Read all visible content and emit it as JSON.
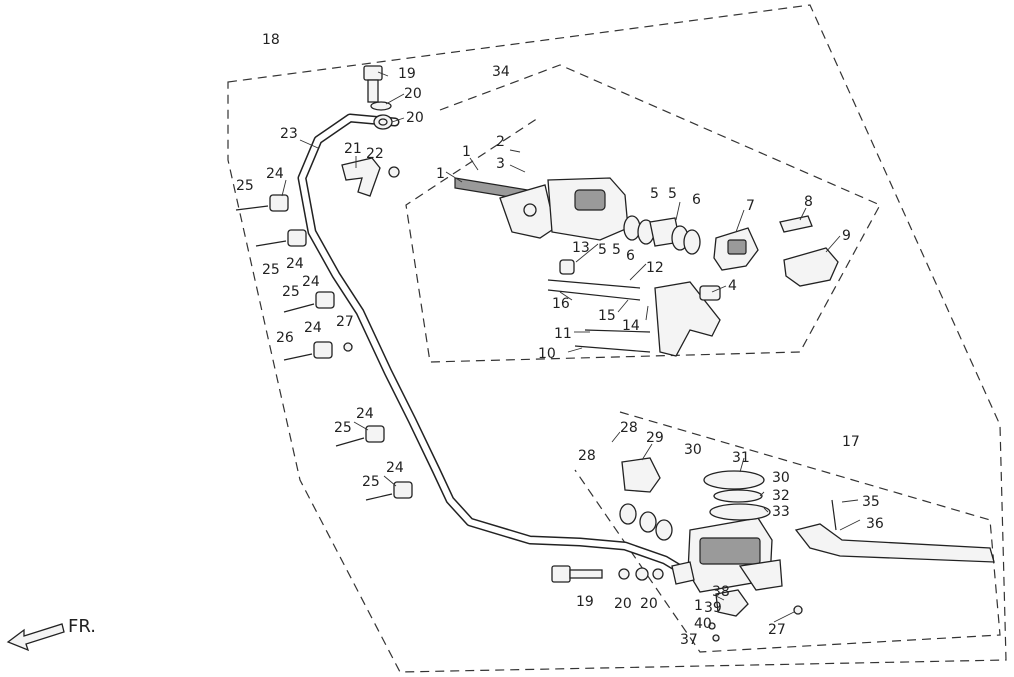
{
  "diagram": {
    "direction_label": "FR.",
    "callouts": [
      {
        "id": "c18",
        "text": "18"
      },
      {
        "id": "c19a",
        "text": "19"
      },
      {
        "id": "c20a",
        "text": "20"
      },
      {
        "id": "c20b",
        "text": "20"
      },
      {
        "id": "c34",
        "text": "34"
      },
      {
        "id": "c23",
        "text": "23"
      },
      {
        "id": "c21",
        "text": "21"
      },
      {
        "id": "c22",
        "text": "22"
      },
      {
        "id": "c2",
        "text": "2"
      },
      {
        "id": "c3",
        "text": "3"
      },
      {
        "id": "c1a",
        "text": "1"
      },
      {
        "id": "c1b",
        "text": "1"
      },
      {
        "id": "c5a",
        "text": "5"
      },
      {
        "id": "c5b",
        "text": "5"
      },
      {
        "id": "c6a",
        "text": "6"
      },
      {
        "id": "c7",
        "text": "7"
      },
      {
        "id": "c8",
        "text": "8"
      },
      {
        "id": "c9",
        "text": "9"
      },
      {
        "id": "c13",
        "text": "13"
      },
      {
        "id": "c5c",
        "text": "5"
      },
      {
        "id": "c5d",
        "text": "5"
      },
      {
        "id": "c6b",
        "text": "6"
      },
      {
        "id": "c12",
        "text": "12"
      },
      {
        "id": "c4",
        "text": "4"
      },
      {
        "id": "c16",
        "text": "16"
      },
      {
        "id": "c15",
        "text": "15"
      },
      {
        "id": "c14",
        "text": "14"
      },
      {
        "id": "c11",
        "text": "11"
      },
      {
        "id": "c10",
        "text": "10"
      },
      {
        "id": "c24a",
        "text": "24"
      },
      {
        "id": "c25a",
        "text": "25"
      },
      {
        "id": "c25b",
        "text": "25"
      },
      {
        "id": "c24b",
        "text": "24"
      },
      {
        "id": "c24c",
        "text": "24"
      },
      {
        "id": "c25c",
        "text": "25"
      },
      {
        "id": "c26",
        "text": "26"
      },
      {
        "id": "c24d",
        "text": "24"
      },
      {
        "id": "c27a",
        "text": "27"
      },
      {
        "id": "c25d",
        "text": "25"
      },
      {
        "id": "c24e",
        "text": "24"
      },
      {
        "id": "c24f",
        "text": "24"
      },
      {
        "id": "c25e",
        "text": "25"
      },
      {
        "id": "c28a",
        "text": "28"
      },
      {
        "id": "c29",
        "text": "29"
      },
      {
        "id": "c28b",
        "text": "28"
      },
      {
        "id": "c30a",
        "text": "30"
      },
      {
        "id": "c31",
        "text": "31"
      },
      {
        "id": "c30b",
        "text": "30"
      },
      {
        "id": "c17",
        "text": "17"
      },
      {
        "id": "c32",
        "text": "32"
      },
      {
        "id": "c33",
        "text": "33"
      },
      {
        "id": "c35",
        "text": "35"
      },
      {
        "id": "c36",
        "text": "36"
      },
      {
        "id": "c19b",
        "text": "19"
      },
      {
        "id": "c20c",
        "text": "20"
      },
      {
        "id": "c20d",
        "text": "20"
      },
      {
        "id": "c38",
        "text": "38"
      },
      {
        "id": "c1c",
        "text": "1"
      },
      {
        "id": "c39",
        "text": "39"
      },
      {
        "id": "c40",
        "text": "40"
      },
      {
        "id": "c37",
        "text": "37"
      },
      {
        "id": "c27b",
        "text": "27"
      }
    ]
  }
}
